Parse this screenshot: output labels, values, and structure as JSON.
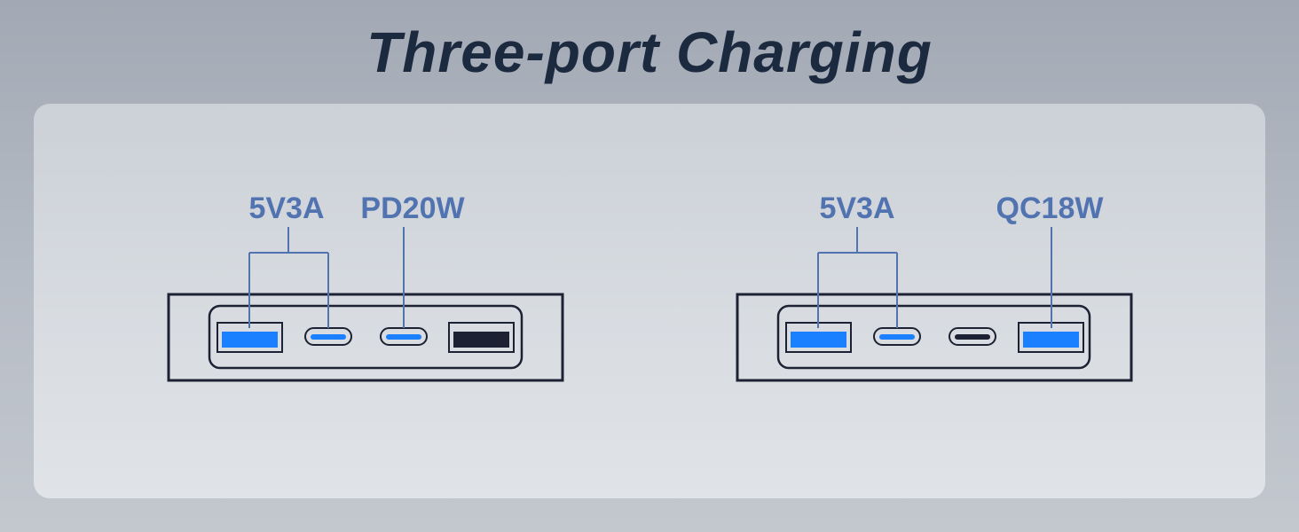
{
  "title": "Three-port Charging",
  "colors": {
    "title": "#1c2a40",
    "label": "#5173b0",
    "port_active": "#1a80ff",
    "port_inactive": "#1c2233",
    "outline": "#1c2233"
  },
  "configurations": [
    {
      "ports": [
        {
          "type": "usb-a",
          "active": true
        },
        {
          "type": "usb-c",
          "active": true
        },
        {
          "type": "usb-c",
          "active": true
        },
        {
          "type": "usb-a",
          "active": false
        }
      ],
      "labels": [
        {
          "text": "5V3A",
          "ports": [
            0,
            1
          ]
        },
        {
          "text": "PD20W",
          "ports": [
            2
          ]
        }
      ]
    },
    {
      "ports": [
        {
          "type": "usb-a",
          "active": true
        },
        {
          "type": "usb-c",
          "active": true
        },
        {
          "type": "usb-c",
          "active": false
        },
        {
          "type": "usb-a",
          "active": true
        }
      ],
      "labels": [
        {
          "text": "5V3A",
          "ports": [
            0,
            1
          ]
        },
        {
          "text": "QC18W",
          "ports": [
            3
          ]
        }
      ]
    }
  ]
}
